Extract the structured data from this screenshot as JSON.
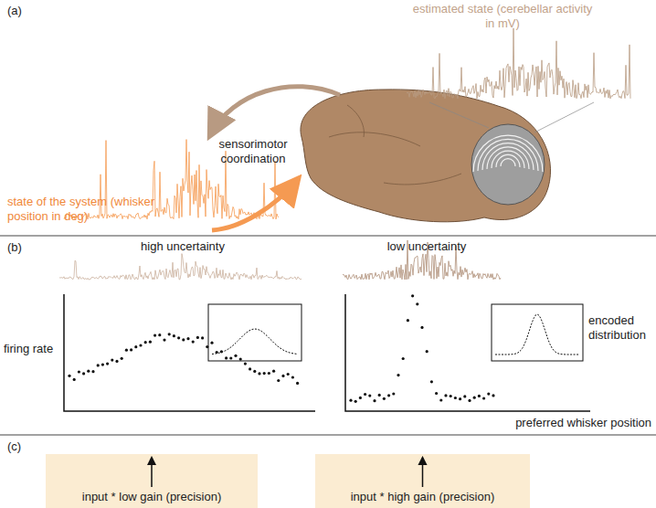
{
  "diagram": {
    "nodes": [
      {
        "text": [
          "input * low gain (precision)"
        ]
      },
      {
        "text": [
          "input * high gain (precision)"
        ]
      }
    ],
    "labels": [
      "(a)",
      "estimated state (cerebellar activity in mV)",
      "sensorimotor coordination",
      "state of the system (whisker position in deg)",
      "(b)",
      "high uncertainty",
      "low uncertainty",
      "firing rate",
      "encoded distribution",
      "preferred whisker position",
      "(c)"
    ]
  }
}
